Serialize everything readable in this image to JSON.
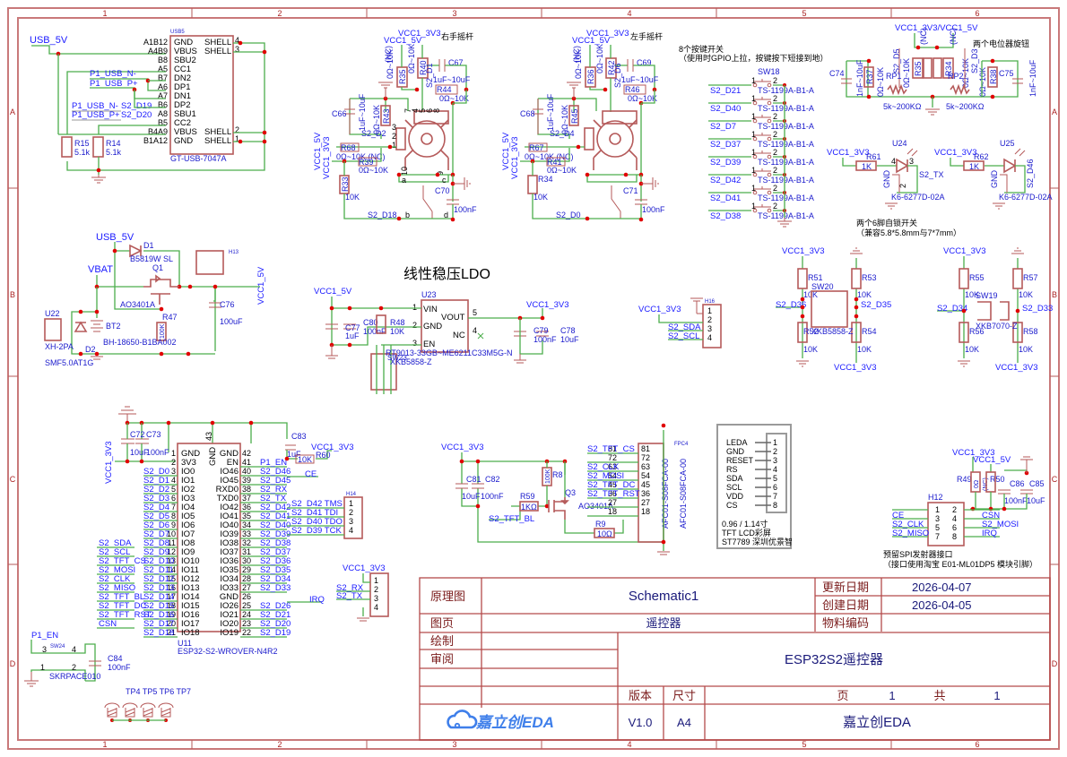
{
  "frame": {
    "columns": [
      "1",
      "2",
      "3",
      "4",
      "5",
      "6"
    ],
    "rows": [
      "A",
      "B",
      "C",
      "D"
    ]
  },
  "usb": {
    "net_usb5v": "USB_5V",
    "ref": "USB5",
    "part": "GT-USB-7047A",
    "left_pins": [
      "A1B12",
      "A4B9",
      "B8",
      "A5",
      "B7",
      "A6",
      "A7",
      "B6",
      "A8",
      "B5",
      "B4A9",
      "B1A12"
    ],
    "inner_left": [
      "GND",
      "VBUS",
      "SBU2",
      "CC1",
      "DN2",
      "DP1",
      "DN1",
      "DP2",
      "SBU1",
      "CC2",
      "VBUS",
      "GND"
    ],
    "inner_right": [
      "SHELL",
      "SHELL",
      "SHELL",
      "SHELL"
    ],
    "right_pins": [
      "4",
      "3",
      "2",
      "1"
    ],
    "nets": [
      "P1_USB_N-",
      "P1_USB_P+",
      "P1_USB_N-",
      "S2_D19",
      "P1_USB_P+",
      "S2_D20"
    ],
    "r15": "R15",
    "r15_val": "5.1k",
    "r14": "R14",
    "r14_val": "5.1k"
  },
  "joystick_right": {
    "title": "右手摇杆",
    "vcc3": "VCC1_3V3",
    "vcc5": "VCC1_5V",
    "nc": "(NC)",
    "r35": "R35",
    "r40": "R40",
    "r44": "R44",
    "r43": "R43",
    "r68": "R68",
    "r39": "R39",
    "r33": "R33",
    "r_range": "0Ω~10K",
    "c67": "C67",
    "c66": "C66",
    "c70": "C70",
    "c_range": "1uF~10uF",
    "c70_val": "100nF",
    "net_d1": "S2_D1",
    "net_d2": "S2_D2",
    "net_out": "S2_D18",
    "r33_val": "10K",
    "r68_note": "0Ω~10K (NC)",
    "pins": [
      "7",
      "4",
      "5",
      "6",
      "8",
      "3",
      "2",
      "1",
      "10",
      "9",
      "a",
      "c",
      "b",
      "d"
    ],
    "vcc_side": "VCC1_5V",
    "vcc_side2": "VCC1_3V3"
  },
  "joystick_left": {
    "title": "左手摇杆",
    "vcc3": "VCC1_3V3",
    "vcc5": "VCC1_5V",
    "nc": "(NC)",
    "r36": "R36",
    "r42": "R42",
    "r46": "R46",
    "r45": "R45",
    "r67": "R67",
    "r41": "R41",
    "r34": "R34",
    "r_range": "0Ω~10K",
    "c69": "C69",
    "c68": "C68",
    "c71": "C71",
    "c_range": "1uF~10uF",
    "c71_val": "100nF",
    "net_d6": "S2_D6",
    "net_d4": "S2_D4",
    "net_out": "S2_D0",
    "r34_val": "10K",
    "r67_note": "0Ω~10K (NC)",
    "vcc_side": "VCC1_5V",
    "vcc_side2": "VCC1_3V3"
  },
  "buttons": {
    "title1": "8个按键开关",
    "title2": "（使用时GPIO上拉，按键按下短接到地）",
    "ref": "SW18",
    "part": "TS-1199A-B1-A",
    "nets": [
      "S2_D21",
      "S2_D40",
      "S2_D7",
      "S2_D37",
      "S2_D39",
      "S2_D42",
      "S2_D41",
      "S2_D38"
    ]
  },
  "pots": {
    "title": "两个电位器旋钮",
    "vcc": "VCC1_3V3/VCC1_5V",
    "c74": "C74",
    "c75": "C75",
    "c_val": "1nF~10uF",
    "r37": "R37",
    "r38": "R38",
    "r35": "R35",
    "r34": "R34",
    "r_range": "0Ω~10K",
    "rp1": "RP1",
    "rp2": "RP2",
    "rp_val": "5k~200KΩ",
    "net_d5": "S2_D5",
    "net_d3": "S2_D3",
    "nc": "(NC)"
  },
  "leds": {
    "u24": "U24",
    "u25": "U25",
    "vcc": "VCC1_3V3",
    "r61": "R61",
    "r62": "R62",
    "r_val": "1K",
    "part": "K6-6277D-02A",
    "gnd": "GND",
    "net_tx": "S2_TX",
    "net_d46": "S2_D46"
  },
  "power": {
    "usb5v": "USB_5V",
    "vbat": "VBAT",
    "d1": "D1",
    "d1_part": "B5819W SL",
    "q1": "Q1",
    "q1_part": "AO3401A",
    "r47": "R47",
    "r47_val": "100K",
    "bt2": "BT2",
    "bt2_part": "BH-18650-B1BA002",
    "u22": "U22",
    "u22_part": "XH-2PA",
    "d2": "D2",
    "d2_part": "SMF5.0AT1G",
    "h13": "H13",
    "c76": "C76",
    "c76_val": "100uF",
    "vcc5": "VCC1_5V"
  },
  "ldo": {
    "title": "线性稳压LDO",
    "vin_net": "VCC1_5V",
    "vout_net": "VCC1_3V3",
    "u23": "U23",
    "u23_part": "RT9013-33GB~ME6211C33M5G-N",
    "pins": [
      "VIN",
      "GND",
      "EN",
      "VOUT",
      "NC"
    ],
    "pin_nums": [
      "1",
      "2",
      "3",
      "5",
      "4"
    ],
    "c77": "C77",
    "c77_val": "1uF",
    "c80": "C80",
    "c80_val": "100nF",
    "r48": "R48",
    "r48_val": "10K",
    "c79": "C79",
    "c79_val": "100nF",
    "c78": "C78",
    "c78_val": "10uF",
    "sw23": "SW23",
    "sw23_part": "XKB5858-Z"
  },
  "i2c_header": {
    "ref": "H16",
    "vcc": "VCC1_3V3",
    "nets": [
      "S2_SDA",
      "S2_SCL"
    ],
    "pins": [
      "1",
      "2",
      "3",
      "4"
    ]
  },
  "latch_switches": {
    "title1": "两个6脚自锁开关",
    "title2": "（兼容5.8*5.8mm与7*7mm）",
    "vcc": "VCC1_3V3",
    "sw20": "SW20",
    "sw20_part": "XKB5858-Z",
    "sw19": "SW19",
    "sw19_part": "XKB7070-Z",
    "r51": "R51",
    "r52": "R52",
    "r53": "R53",
    "r54": "R54",
    "r55": "R55",
    "r56": "R56",
    "r57": "R57",
    "r58": "R58",
    "r_val": "10K",
    "nets": [
      "S2_D36",
      "S2_D35",
      "S2_D34",
      "S2_D33"
    ]
  },
  "mcu": {
    "ref": "U11",
    "part": "ESP32-S2-WROVER-N4R2",
    "vcc": "VCC1_3V3",
    "c72": "C72",
    "c72_val": "10uF",
    "c73": "C73",
    "c73_val": "100nF",
    "c83": "C83",
    "c83_val": "1uF",
    "r60": "R60",
    "r60_val": "10K",
    "top_pin": "43",
    "top_name": "GND",
    "left_nums": [
      "1",
      "2",
      "3",
      "4",
      "5",
      "6",
      "7",
      "8",
      "9",
      "10",
      "11",
      "12",
      "13",
      "14",
      "15",
      "16",
      "17",
      "18",
      "19",
      "20",
      "21"
    ],
    "left_names": [
      "GND",
      "3V3",
      "IO0",
      "IO1",
      "IO2",
      "IO3",
      "IO4",
      "IO5",
      "IO6",
      "IO7",
      "IO8",
      "IO9",
      "IO10",
      "IO11",
      "IO12",
      "IO13",
      "IO14",
      "IO15",
      "IO16",
      "IO17",
      "IO18"
    ],
    "left_nets": [
      "",
      "",
      "S2_D0",
      "S2_D1",
      "S2_D2",
      "S2_D3",
      "S2_D4",
      "S2_D5",
      "S2_D6",
      "S2_D7",
      "S2_D8",
      "S2_D9",
      "S2_D10",
      "S2_D11",
      "S2_D12",
      "S2_D13",
      "S2_D14",
      "S2_D15",
      "S2_D16",
      "S2_D17",
      "S2_D18"
    ],
    "left_aliases": [
      "S2_SDA",
      "S2_SCL",
      "S2_TFT_CS",
      "S2_MOSI",
      "S2_CLK",
      "S2_MISO",
      "S2_TFT_BL",
      "S2_TFT_DC",
      "S2_TFT_RST",
      "CSN"
    ],
    "right_nums": [
      "42",
      "41",
      "40",
      "39",
      "38",
      "37",
      "36",
      "35",
      "34",
      "33",
      "32",
      "31",
      "30",
      "29",
      "28",
      "27",
      "26",
      "25",
      "24",
      "23",
      "22"
    ],
    "right_names": [
      "GND",
      "EN",
      "IO46",
      "IO45",
      "RXD0",
      "TXD0",
      "IO42",
      "IO41",
      "IO40",
      "IO39",
      "IO38",
      "IO37",
      "IO36",
      "IO35",
      "IO34",
      "IO33",
      "GND",
      "IO26",
      "IO21",
      "IO20",
      "IO19"
    ],
    "right_nets": [
      "",
      "P1_EN",
      "S2_D46",
      "S2_D45",
      "S2_RX",
      "S2_TX",
      "S2_D42",
      "S2_D41",
      "S2_D40",
      "S2_D39",
      "S2_D38",
      "S2_D37",
      "S2_D36",
      "S2_D35",
      "S2_D34",
      "S2_D33",
      "",
      "S2_D26",
      "S2_D21",
      "S2_D20",
      "S2_D19"
    ],
    "ce": "CE",
    "irq": "IRQ"
  },
  "jtag_header": {
    "ref": "H14",
    "nets": [
      "S2_D42 TMS",
      "S2_D41 TDI",
      "S2_D40 TDO",
      "S2_D39 TCK"
    ],
    "pins": [
      "1",
      "2",
      "3",
      "4"
    ]
  },
  "uart_header": {
    "vcc": "VCC1_3V3",
    "nets": [
      "S2_RX",
      "S2_TX"
    ],
    "pins": [
      "1",
      "2",
      "3",
      "4"
    ]
  },
  "reset": {
    "net": "P1_EN",
    "ref": "SW24",
    "part": "SKRPACE010",
    "pins": [
      "3",
      "4",
      "1",
      "2"
    ],
    "c84": "C84",
    "c84_val": "100nF",
    "tps": "TP4 TP5 TP6 TP7"
  },
  "lcd": {
    "vcc": "VCC1_3V3",
    "c81": "C81",
    "c81_val": "10uF",
    "c82": "C82",
    "c82_val": "100nF",
    "r8": "R8",
    "r8_val": "100K",
    "r59": "R59",
    "r59_val": "1KΩ",
    "r9": "R9",
    "r9_val": "10Ω",
    "q3": "Q3",
    "q3_part": "AO3401A",
    "bl_net": "S2_TFT_BL",
    "ref": "FPC4",
    "part": "AFC01-S08FCA-00",
    "nets": [
      "S2_TFT_CS",
      "S2_CLK",
      "S2_MOSI",
      "S2_TFT_DC",
      "S2_TFT_RST"
    ],
    "pin_pairs": [
      "81",
      "72",
      "63",
      "54",
      "45",
      "36",
      "27",
      "18"
    ],
    "legend_labels": [
      "LEDA",
      "GND",
      "RESET",
      "RS",
      "SDA",
      "SCL",
      "VDD",
      "CS"
    ],
    "legend_pins": [
      "1",
      "2",
      "3",
      "4",
      "5",
      "6",
      "7",
      "8"
    ],
    "legend_note1": "0.96 / 1.14寸",
    "legend_note2": "TFT LCD彩屏",
    "legend_note3": "ST7789 深圳优景智"
  },
  "spi_radio": {
    "vcc3": "VCC1_3V3",
    "vcc5": "VCC1_5V",
    "r49": "R49",
    "r50": "R50",
    "r_val": "0Ω",
    "nc": "(NC)",
    "c86": "C86",
    "c86_val": "100nF",
    "c85": "C85",
    "c85_val": "10uF",
    "ref": "H12",
    "left_pins": [
      "1",
      "3",
      "5",
      "7"
    ],
    "right_pins": [
      "2",
      "4",
      "6",
      "8"
    ],
    "left_nets": [
      "CE",
      "S2_CLK",
      "S2_MISO"
    ],
    "right_nets": [
      "CSN",
      "S2_MOSI",
      "IRQ"
    ],
    "note1": "预留SPI发射器接口",
    "note2": "（接口使用淘宝 E01-ML01DP5 模块引脚）"
  },
  "title_block": {
    "schematic_label": "原理图",
    "schematic_value": "Schematic1",
    "updated_label": "更新日期",
    "updated_value": "2026-04-07",
    "created_label": "创建日期",
    "created_value": "2026-04-05",
    "page_label": "图页",
    "page_value": "遥控器",
    "material_label": "物料编码",
    "material_value": "",
    "draw_label": "绘制",
    "review_label": "审阅",
    "project_title": "ESP32S2遥控器",
    "version_label": "版本",
    "size_label": "尺寸",
    "page_word": "页",
    "page_num": "1",
    "total_word": "共",
    "total_num": "1",
    "logo_text": "嘉立创EDA",
    "version_value": "V1.0",
    "size_value": "A4",
    "company": "嘉立创EDA",
    "brand_color": "#3f7fea"
  }
}
